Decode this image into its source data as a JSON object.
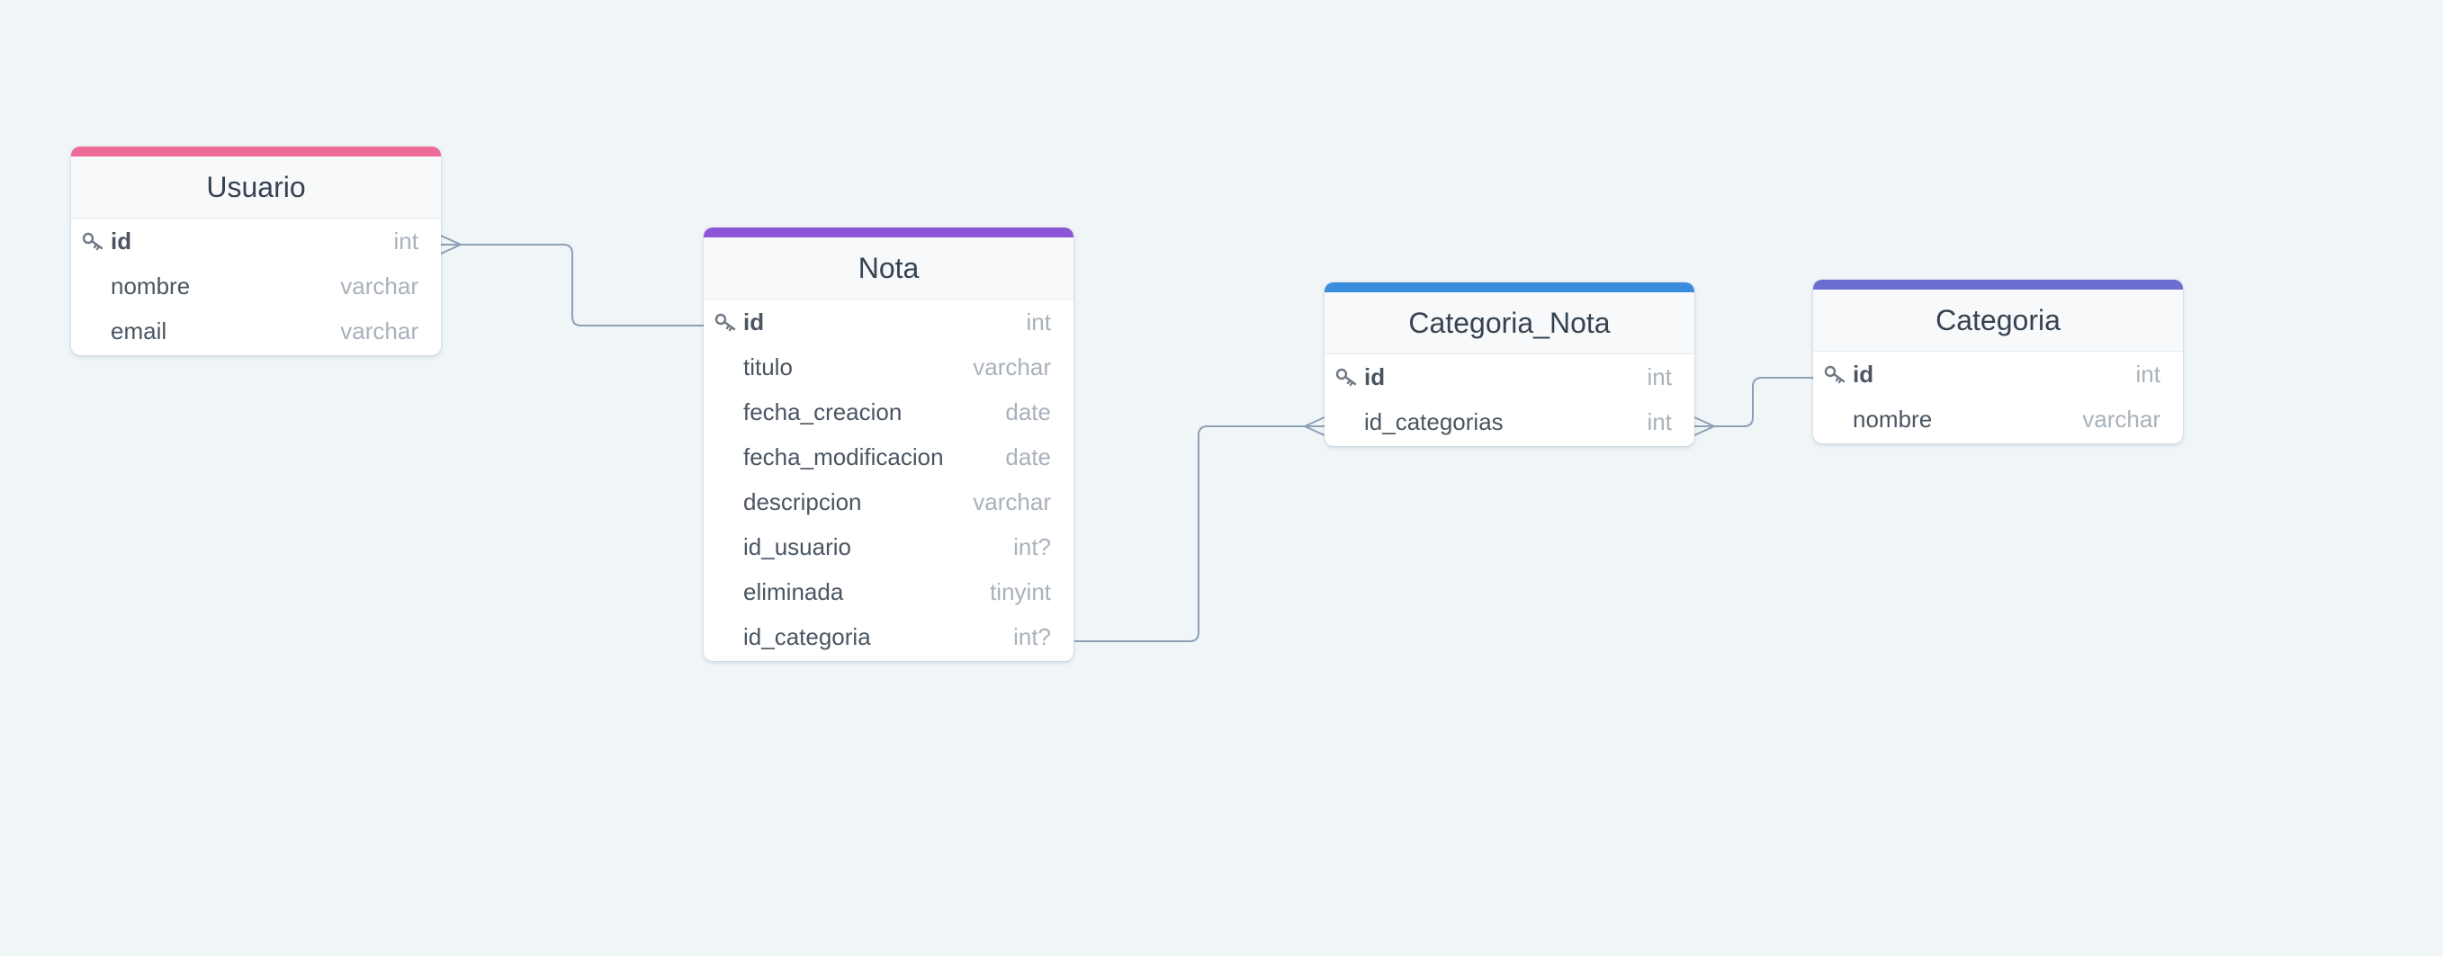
{
  "diagram": {
    "colors": {
      "background": "#f0f5f8",
      "connector": "#8da0b6"
    },
    "tables": {
      "usuario": {
        "name": "Usuario",
        "accent_color": "#ee6b97",
        "fields": [
          {
            "name": "id",
            "type": "int",
            "primary_key": true
          },
          {
            "name": "nombre",
            "type": "varchar"
          },
          {
            "name": "email",
            "type": "varchar"
          }
        ]
      },
      "nota": {
        "name": "Nota",
        "accent_color": "#8c57d6",
        "fields": [
          {
            "name": "id",
            "type": "int",
            "primary_key": true
          },
          {
            "name": "titulo",
            "type": "varchar"
          },
          {
            "name": "fecha_creacion",
            "type": "date"
          },
          {
            "name": "fecha_modificacion",
            "type": "date"
          },
          {
            "name": "descripcion",
            "type": "varchar"
          },
          {
            "name": "id_usuario",
            "type": "int?"
          },
          {
            "name": "eliminada",
            "type": "tinyint"
          },
          {
            "name": "id_categoria",
            "type": "int?"
          }
        ]
      },
      "categoria_nota": {
        "name": "Categoria_Nota",
        "accent_color": "#3a8ddc",
        "fields": [
          {
            "name": "id",
            "type": "int",
            "primary_key": true
          },
          {
            "name": "id_categorias",
            "type": "int"
          }
        ]
      },
      "categoria": {
        "name": "Categoria",
        "accent_color": "#6a6fcf",
        "fields": [
          {
            "name": "id",
            "type": "int",
            "primary_key": true
          },
          {
            "name": "nombre",
            "type": "varchar"
          }
        ]
      }
    },
    "relationships": [
      {
        "from_table": "usuario",
        "from_field": "id",
        "from_end": "many",
        "to_table": "nota",
        "to_field": "id",
        "to_end": "one"
      },
      {
        "from_table": "nota",
        "from_field": "id_categoria",
        "from_end": "one",
        "to_table": "categoria_nota",
        "to_field": "id_categorias",
        "to_end": "many"
      },
      {
        "from_table": "categoria_nota",
        "from_field": "id_categorias",
        "from_end": "many",
        "to_table": "categoria",
        "to_field": "id",
        "to_end": "one"
      }
    ]
  }
}
